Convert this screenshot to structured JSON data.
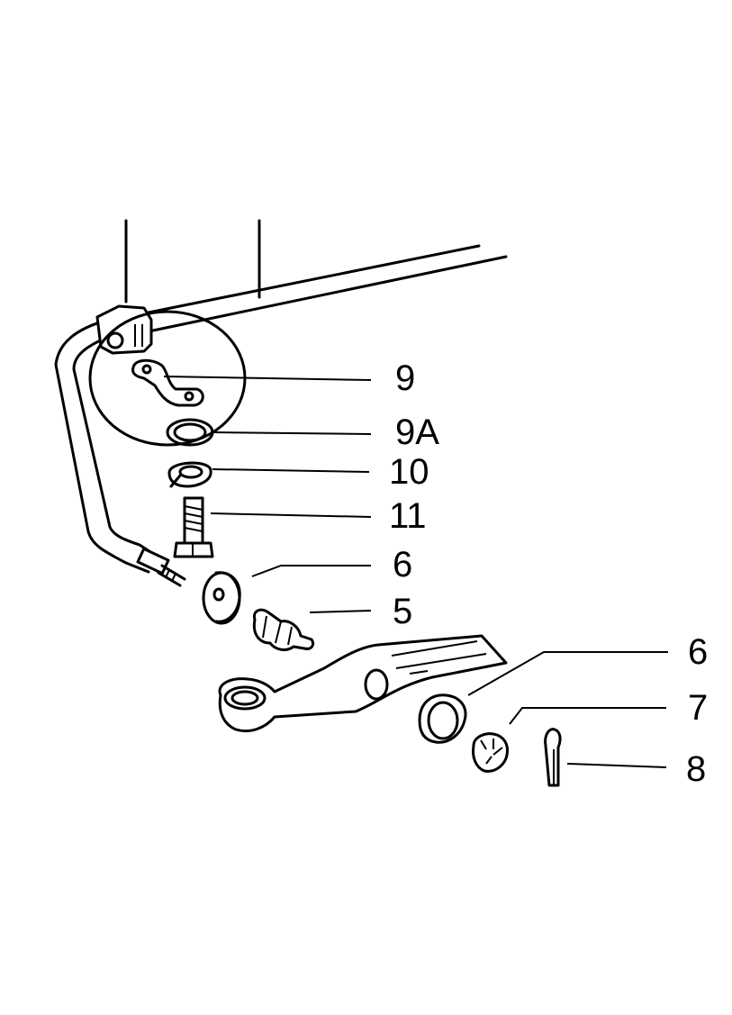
{
  "callouts": {
    "part_9": "9",
    "part_9a": "9A",
    "part_10": "10",
    "part_11": "11",
    "part_6_upper": "6",
    "part_5": "5",
    "part_6_lower": "6",
    "part_7": "7",
    "part_8": "8"
  },
  "colors": {
    "ink": "#000000",
    "background": "#ffffff"
  }
}
